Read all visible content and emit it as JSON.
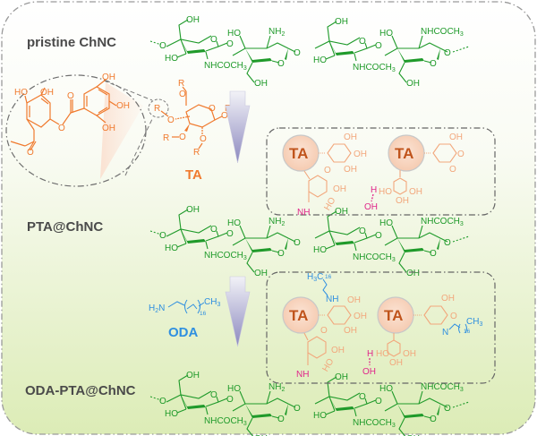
{
  "figure": {
    "colors": {
      "chitin": "#1f9a2a",
      "tannic_acid": "#f07a2e",
      "tannic_acid_light": "#f2a77c",
      "bond_highlight": "#e0258a",
      "oda": "#2f8fe0",
      "label": "#4a4a4a",
      "ta_circle_fill": "#f9d9c6",
      "ta_circle_text": "#c0541c",
      "arrow": "#9d9bc7"
    },
    "rows": [
      {
        "label": "pristine ChNC"
      },
      {
        "label": "PTA@ChNC"
      },
      {
        "label": "ODA-PTA@ChNC"
      }
    ],
    "reagents": {
      "ta": {
        "label": "TA",
        "r_group": "R"
      },
      "oda": {
        "label": "ODA",
        "formula_left": "H2N",
        "formula_right": "CH3",
        "repeat": "16"
      }
    },
    "chain": {
      "oh": "OH",
      "ho": "HO",
      "nh2": "NH2",
      "nhcoch3": "NHCOCH3",
      "o": "O"
    },
    "ta_circle_label": "TA",
    "interactions": {
      "nh": "NH",
      "oh": "OH",
      "h": "H",
      "n": "N",
      "h3c": "H3C",
      "ch3": "CH3",
      "repeat": "16",
      "o": "O"
    },
    "icons": [
      "down-arrow-icon",
      "down-arrow-icon"
    ]
  }
}
